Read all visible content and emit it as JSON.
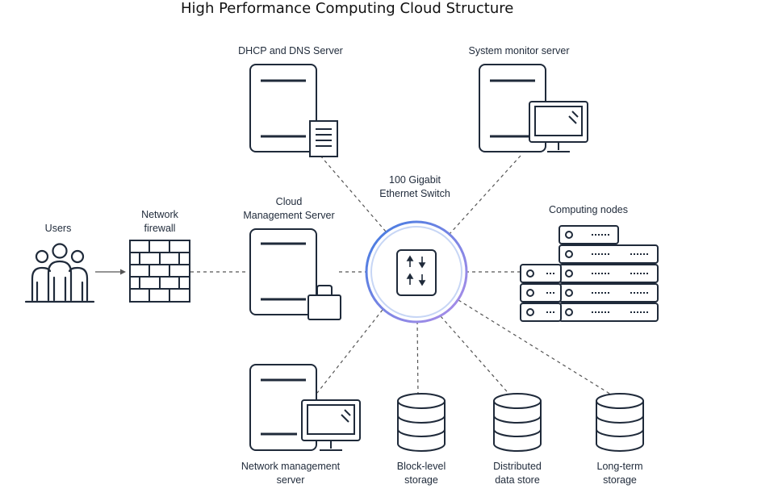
{
  "title": "High Performance Computing Cloud Structure",
  "labels": {
    "dhcp": "DHCP and DNS Server",
    "monitor": "System monitor server",
    "switch_line1": "100 Gigabit",
    "switch_line2": "Ethernet Switch",
    "cloud_line1": "Cloud",
    "cloud_line2": "Management Server",
    "computing": "Computing nodes",
    "users": "Users",
    "firewall_line1": "Network",
    "firewall_line2": "firewall",
    "netmgmt_line1": "Network management",
    "netmgmt_line2": "server",
    "block_line1": "Block-level",
    "block_line2": "storage",
    "distributed_line1": "Distributed",
    "distributed_line2": "data store",
    "longterm_line1": "Long-term",
    "longterm_line2": "storage"
  },
  "colors": {
    "stroke": "#1f2a3a",
    "ring_outer": "#4a7fe0",
    "ring_inner": "#9a8fe6",
    "dashed_line": "#555555"
  },
  "icons": [
    "users-icon",
    "firewall-icon",
    "server-icon",
    "document-icon",
    "monitor-icon",
    "briefcase-icon",
    "switch-icon",
    "database-icon",
    "node-rack-icon"
  ]
}
